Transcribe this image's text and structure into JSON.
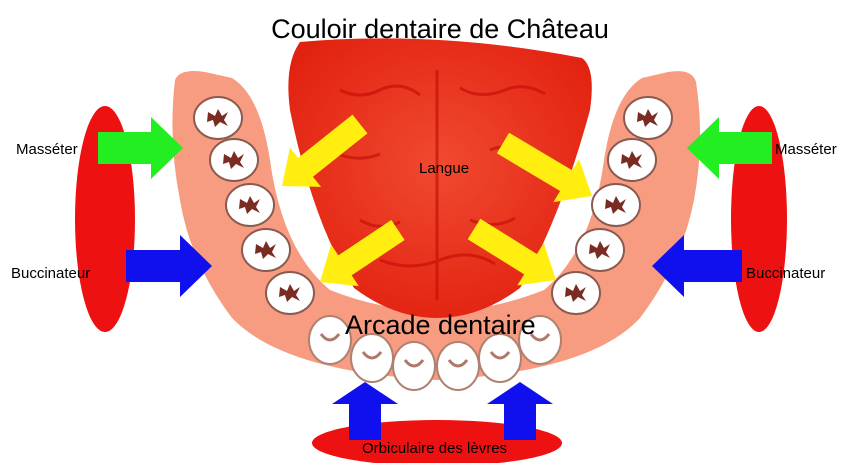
{
  "diagram": {
    "title": "Couloir dentaire de Château",
    "labels": {
      "tongue": "Langue",
      "dental_arch": "Arcade dentaire",
      "masseter_left": "Masséter",
      "masseter_right": "Masséter",
      "buccinator_left": "Buccinateur",
      "buccinator_right": "Buccinateur",
      "orbicularis": "Orbiculaire des lèvres"
    },
    "colors": {
      "muscle": "#ee1111",
      "gum": "#f79c80",
      "tongue": "#e8361e",
      "masseter_arrow": "#22ee22",
      "buccinator_arrow": "#1010ee",
      "orbicularis_arrow": "#1010ee",
      "tongue_arrow": "#ffee10"
    },
    "icons": [
      "muscle-shape",
      "tooth-icon",
      "arrow-icon"
    ]
  }
}
